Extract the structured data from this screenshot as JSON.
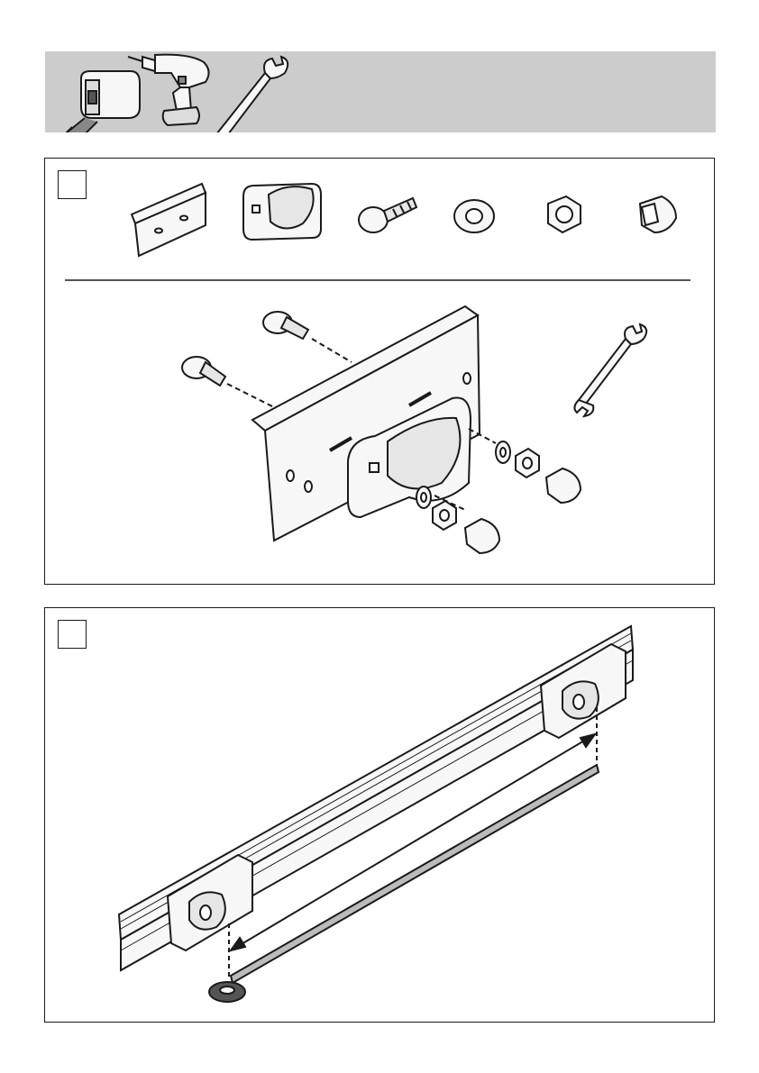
{
  "page": {
    "tools": [
      "tape-measure",
      "cordless-drill",
      "open-end-wrench"
    ]
  },
  "steps": [
    {
      "label": "",
      "parts": [
        "mounting-rail",
        "bracket",
        "carriage-bolt",
        "washer",
        "hex-nut",
        "cap-nut"
      ],
      "tools": [
        "open-end-wrench"
      ]
    },
    {
      "label": ""
    }
  ],
  "colors": {
    "header_bar": "#cccccc",
    "line": "#1a1a1a",
    "part_fill": "#f2f2f2",
    "washer_dark": "#555555"
  }
}
